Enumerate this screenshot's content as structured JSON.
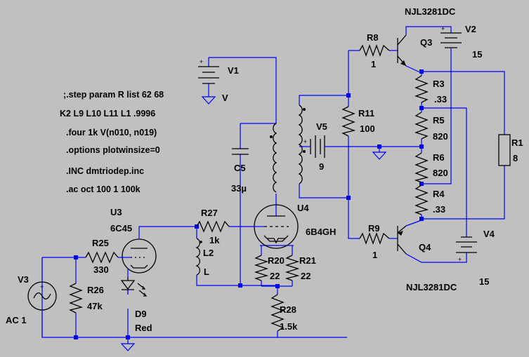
{
  "directives": [
    ";.step param R list 62 68",
    "K2 L9 L10 L11 L1 .9996",
    ".four 1k V(n010, n019)",
    ".options plotwinsize=0",
    ".INC dmtriodep.inc",
    ".ac oct 100 1 100k"
  ],
  "components": {
    "V1": {
      "name": "V1",
      "value": "V"
    },
    "V2": {
      "name": "V2",
      "value": "15"
    },
    "V3": {
      "name": "V3",
      "value": "AC 1"
    },
    "V4": {
      "name": "V4",
      "value": "15"
    },
    "V5": {
      "name": "V5",
      "value": "9"
    },
    "Q3": {
      "name": "Q3",
      "model": "NJL3281DC"
    },
    "Q4": {
      "name": "Q4",
      "model": "NJL3281DC"
    },
    "U3": {
      "name": "U3",
      "model": "6C45"
    },
    "U4": {
      "name": "U4",
      "model": "6B4GH"
    },
    "R1": {
      "name": "R1",
      "value": "8"
    },
    "R3": {
      "name": "R3",
      "value": ".33"
    },
    "R4": {
      "name": "R4",
      "value": ".33"
    },
    "R5": {
      "name": "R5",
      "value": "820"
    },
    "R6": {
      "name": "R6",
      "value": "820"
    },
    "R8": {
      "name": "R8",
      "value": "1"
    },
    "R9": {
      "name": "R9",
      "value": "1"
    },
    "R11": {
      "name": "R11",
      "value": "100"
    },
    "R20": {
      "name": "R20",
      "value": "22"
    },
    "R21": {
      "name": "R21",
      "value": "22"
    },
    "R25": {
      "name": "R25",
      "value": "330"
    },
    "R26": {
      "name": "R26",
      "value": "47k"
    },
    "R27": {
      "name": "R27",
      "value": "1k"
    },
    "R28": {
      "name": "R28",
      "value": "1.5k"
    },
    "C5": {
      "name": "C5",
      "value": "33µ"
    },
    "L2": {
      "name": "L2",
      "value": "L"
    },
    "D9": {
      "name": "D9",
      "value": "Red"
    }
  },
  "colors": {
    "background": "#c0c0c0",
    "wire": "#0000ff",
    "component": "#000000"
  }
}
